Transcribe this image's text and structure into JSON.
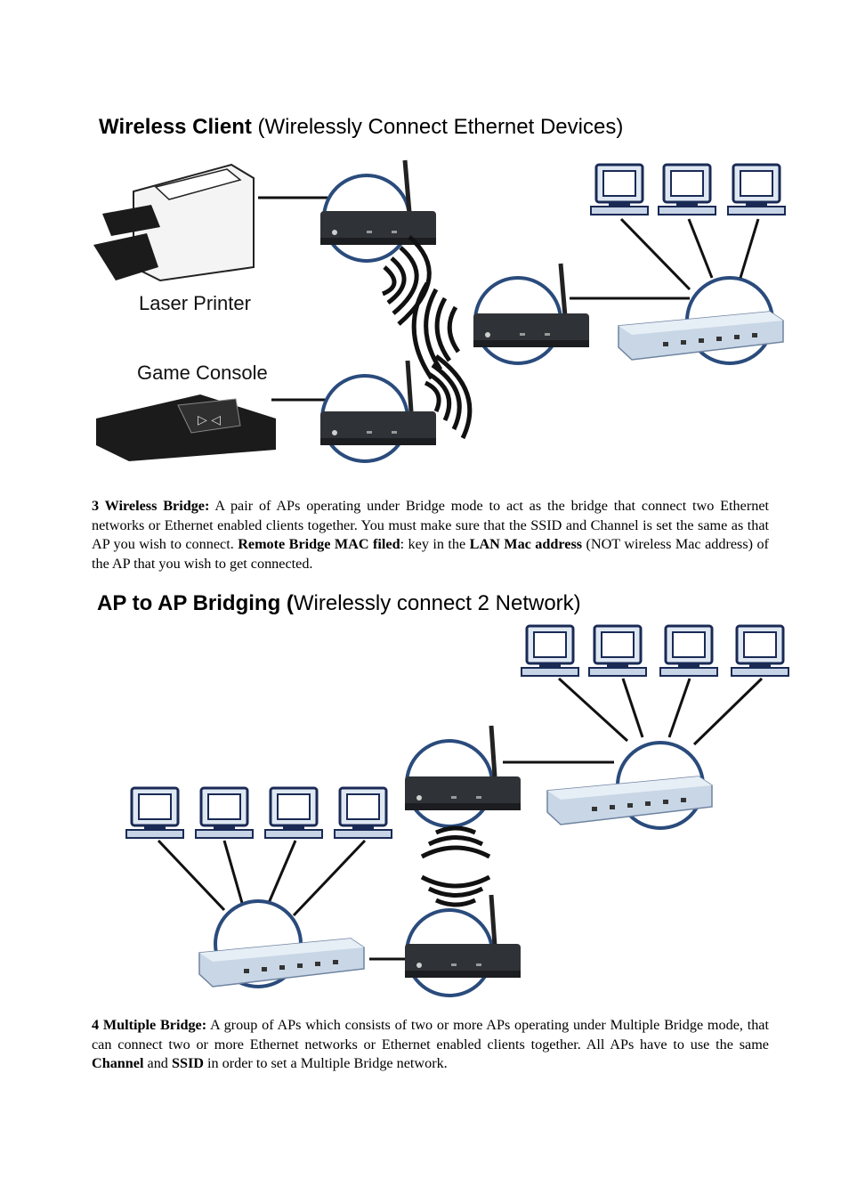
{
  "figure1": {
    "title_bold": "Wireless Client",
    "title_rest": " (Wirelessly Connect Ethernet Devices)",
    "label_printer": "Laser Printer",
    "label_console": "Game Console"
  },
  "section3": {
    "heading": "3 Wireless Bridge:",
    "text1": " A pair of APs operating under Bridge mode to act as the bridge that connect two Ethernet networks or Ethernet enabled clients together. You must make sure that the SSID and Channel is set the same as that AP you wish to connect. ",
    "bold1": "Remote Bridge MAC filed",
    "text2": ": key in the ",
    "bold2": "LAN Mac address",
    "text3": " (NOT wireless Mac address) of the AP that you wish to get connected."
  },
  "figure2": {
    "title_bold": "AP to AP Bridging (",
    "title_rest": "Wirelessly connect 2 Network)"
  },
  "section4": {
    "heading": "4 Multiple Bridge:",
    "text1": " A group of APs which consists of two or more APs operating under Multiple Bridge mode, that can connect two or more Ethernet networks or Ethernet enabled clients together. All APs have to use the same ",
    "bold1": "Channel",
    "text2": " and ",
    "bold2": "SSID",
    "text3": " in order to set a Multiple Bridge network."
  }
}
